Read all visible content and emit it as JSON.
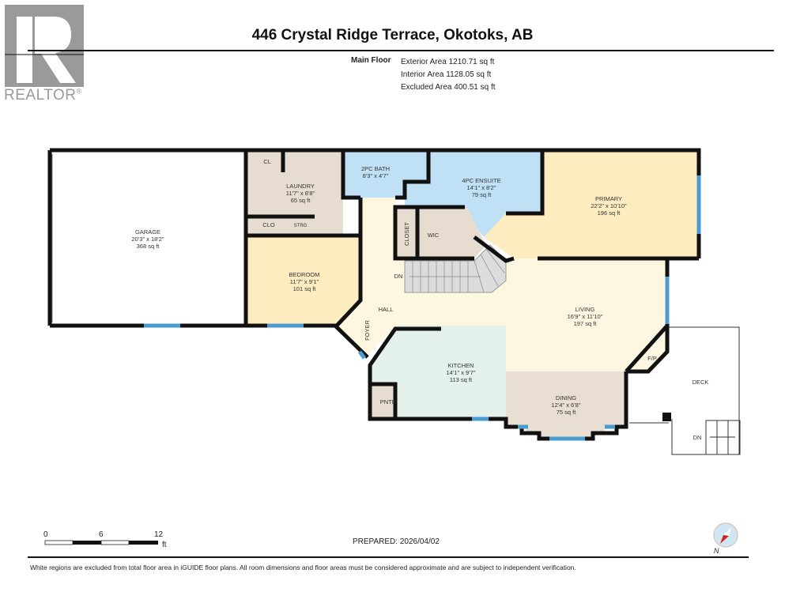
{
  "header": {
    "logo_text": "REALTOR",
    "logo_mark": "®",
    "title": "446 Crystal Ridge Terrace, Okotoks, AB"
  },
  "summary": {
    "floor_label": "Main Floor",
    "exterior_area": "Exterior Area 1210.71 sq ft",
    "interior_area": "Interior Area 1128.05 sq ft",
    "excluded_area": "Excluded Area 400.51 sq ft"
  },
  "colors": {
    "wall": "#111111",
    "window": "#4a9bd0",
    "garage": "#ffffff",
    "utility": "#e6ddd0",
    "bath": "#bfe0f5",
    "bedroom": "#fcecc0",
    "living": "#fdf6e0",
    "kitchen": "#e4f0ea",
    "dining": "#e8dfd2",
    "stairs": "#dcdcdc"
  },
  "rooms": {
    "garage": {
      "name": "GARAGE",
      "dims": "20'3\" x 18'2\"",
      "area": "368 sq ft"
    },
    "laundry": {
      "name": "LAUNDRY",
      "dims": "11'7\" x 8'8\"",
      "area": "65 sq ft"
    },
    "cl": {
      "name": "CL"
    },
    "clo": {
      "name": "CLO"
    },
    "strg": {
      "name": "STRG"
    },
    "bath2": {
      "name": "2PC BATH",
      "dims": "8'3\" x 4'7\""
    },
    "ensuite": {
      "name": "4PC ENSUITE",
      "dims": "14'1\" x 8'2\"",
      "area": "79 sq ft"
    },
    "primary": {
      "name": "PRIMARY",
      "dims": "22'2\" x 10'10\"",
      "area": "196 sq ft"
    },
    "closet": {
      "name": "CLOSET"
    },
    "wic": {
      "name": "WIC"
    },
    "bedroom": {
      "name": "BEDROOM",
      "dims": "11'7\" x 9'1\"",
      "area": "101 sq ft"
    },
    "hall": {
      "name": "HALL"
    },
    "foyer": {
      "name": "FOYER"
    },
    "stairs_dn": {
      "name": "DN"
    },
    "living": {
      "name": "LIVING",
      "dims": "16'9\" x 11'10\"",
      "area": "197 sq ft"
    },
    "kitchen": {
      "name": "KITCHEN",
      "dims": "14'1\" x 9'7\"",
      "area": "113 sq ft"
    },
    "pntr": {
      "name": "PNTR"
    },
    "dining": {
      "name": "DINING",
      "dims": "12'4\" x 6'8\"",
      "area": "75 sq ft"
    },
    "fp": {
      "name": "F/P"
    },
    "deck": {
      "name": "DECK"
    },
    "deck_dn": {
      "name": "DN"
    }
  },
  "scale_bar": {
    "ticks": [
      "0",
      "6",
      "12"
    ],
    "unit": "ft"
  },
  "footer": {
    "prepared": "PREPARED: 2026/04/02",
    "compass_label": "N",
    "disclaimer": "White regions are excluded from total floor area in iGUIDE floor plans. All room dimensions and floor areas must be considered approximate and are subject to independent verification."
  }
}
